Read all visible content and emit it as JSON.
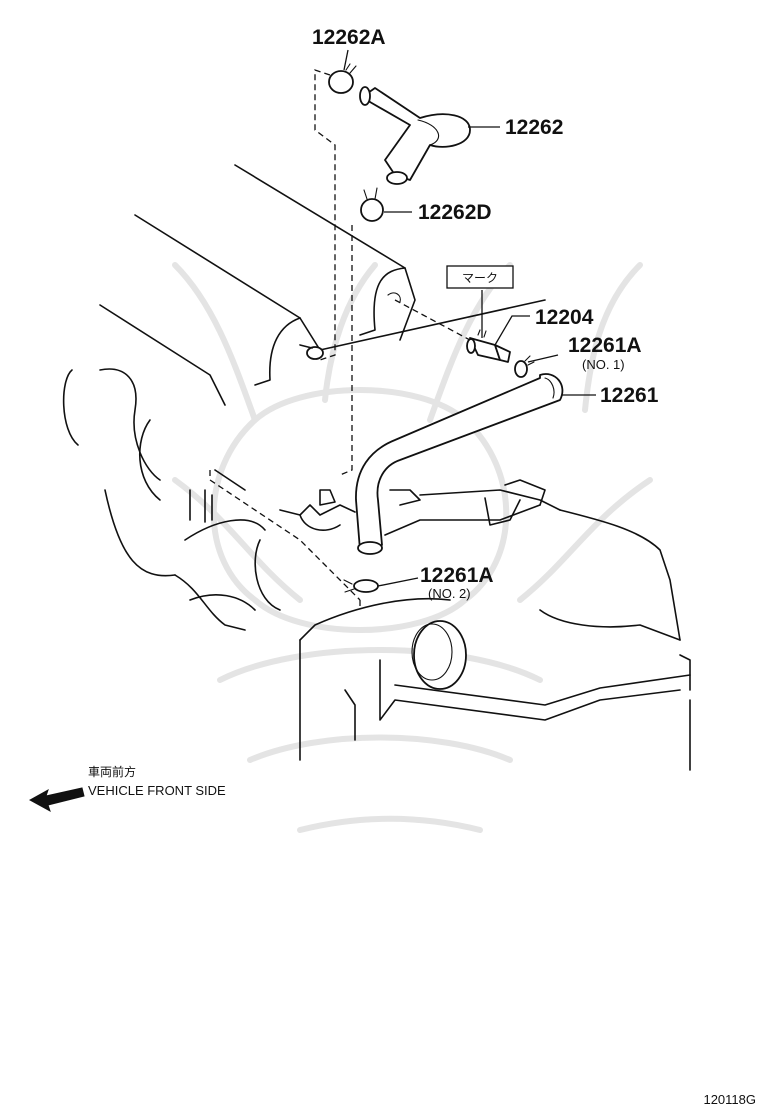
{
  "parts": {
    "p12262a": "12262A",
    "p12262": "12262",
    "p12262d": "12262D",
    "p12204": "12204",
    "p12261a1": "12261A",
    "p12261a1_sub": "(NO. 1)",
    "p12261": "12261",
    "p12261a2": "12261A",
    "p12261a2_sub": "(NO. 2)"
  },
  "mark_label": "マーク",
  "vehicle_front": {
    "jp": "車両前方",
    "en": "VEHICLE FRONT SIDE"
  },
  "diagram_code": "120118G",
  "colors": {
    "line": "#111111",
    "watermark": "#e4e4e4",
    "background": "#ffffff"
  }
}
